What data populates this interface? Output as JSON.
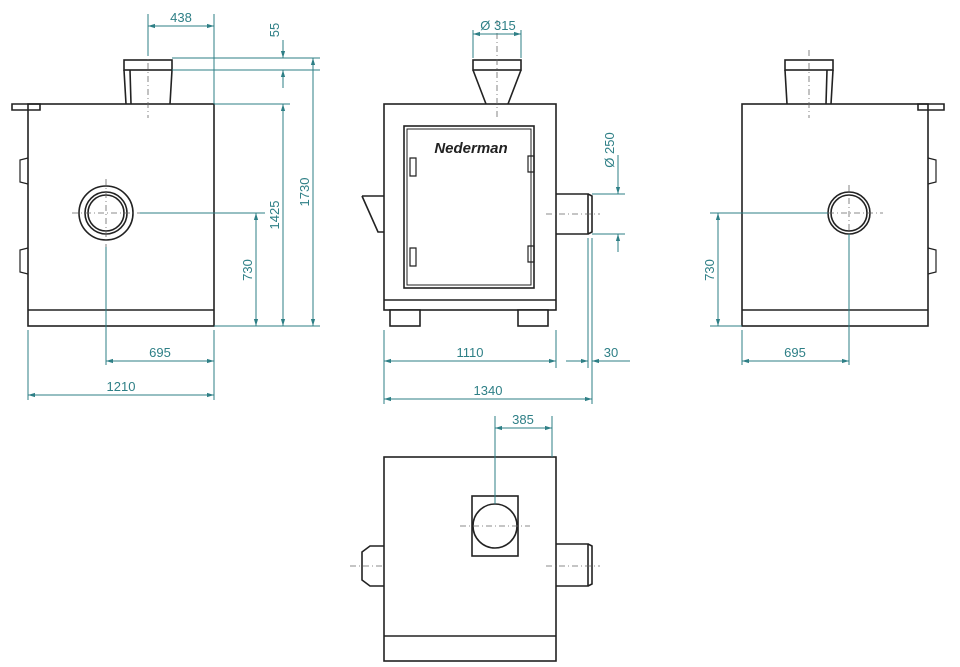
{
  "brand": "Nederman",
  "colors": {
    "dimension": "#2e7f86",
    "outline": "#222222",
    "background": "#ffffff"
  },
  "side_view_left": {
    "dims": {
      "inlet_offset": "438",
      "top_ring": "55",
      "overall_height": "1730",
      "body_height": "1425",
      "inlet_height": "730",
      "inlet_from_back": "695",
      "depth": "1210"
    }
  },
  "front_view": {
    "dims": {
      "outlet_diameter_top": "Ø 315",
      "inlet_diameter": "Ø 250",
      "body_width": "1110",
      "flange": "30",
      "overall_width": "1340"
    }
  },
  "side_view_right": {
    "dims": {
      "inlet_height": "730",
      "inlet_from_back": "695"
    }
  },
  "top_view": {
    "dims": {
      "outlet_width": "385"
    }
  }
}
